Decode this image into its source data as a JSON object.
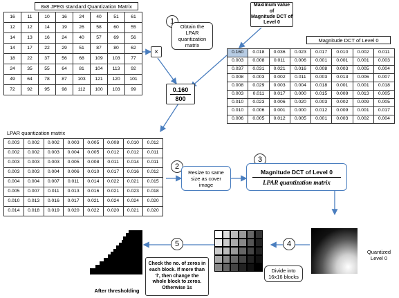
{
  "labels": {
    "jpeg_matrix_title": "8x8 JPEG standard Quantization Matrix",
    "max_value_title": "Maximum value of\nMagnitude DCT of\nLevel 0",
    "magnitude_dct_title": "Magnitude DCT of  Level 0",
    "lpar_matrix_title": "LPAR quantization matrix",
    "multiply": "×",
    "fraction_numerator": "0.160",
    "fraction_denominator": "800"
  },
  "steps": [
    {
      "number": "1",
      "text": "Obtain the LPAR quantization matrix"
    },
    {
      "number": "2",
      "text": "Resize to same size as cover image"
    },
    {
      "number": "3",
      "numerator": "Magnitude DCT of  Level 0",
      "denominator": "LPAR quantization matrix"
    },
    {
      "number": "4",
      "text": "Divide into 16x16 blocks"
    },
    {
      "number": "5",
      "text": "Check the no. of zeros in each block. If more than 'l', then change the whole block to zeros. Otherwise 1s"
    }
  ],
  "image_captions": {
    "quantized": "Quantized Level 0",
    "after_threshold": "After thresholding"
  },
  "colors": {
    "arrow": "#4a7ebf",
    "highlight_cell": "#b7cce4",
    "border": "#333333"
  },
  "jpeg_matrix": [
    [
      "16",
      "11",
      "10",
      "16",
      "24",
      "40",
      "51",
      "61"
    ],
    [
      "12",
      "12",
      "14",
      "19",
      "26",
      "58",
      "60",
      "55"
    ],
    [
      "14",
      "13",
      "16",
      "24",
      "40",
      "57",
      "69",
      "56"
    ],
    [
      "14",
      "17",
      "22",
      "29",
      "51",
      "87",
      "80",
      "62"
    ],
    [
      "18",
      "22",
      "37",
      "56",
      "68",
      "109",
      "103",
      "77"
    ],
    [
      "24",
      "35",
      "55",
      "64",
      "81",
      "104",
      "113",
      "92"
    ],
    [
      "49",
      "64",
      "78",
      "87",
      "103",
      "121",
      "120",
      "101"
    ],
    [
      "72",
      "92",
      "95",
      "98",
      "112",
      "100",
      "103",
      "99"
    ]
  ],
  "magnitude_dct_matrix": [
    [
      "0.160",
      "0.018",
      "0.036",
      "0.023",
      "0.017",
      "0.010",
      "0.002",
      "0.011"
    ],
    [
      "0.003",
      "0.008",
      "0.011",
      "0.006",
      "0.001",
      "0.001",
      "0.001",
      "0.003"
    ],
    [
      "0.037",
      "0.031",
      "0.021",
      "0.016",
      "0.008",
      "0.003",
      "0.005",
      "0.004"
    ],
    [
      "0.008",
      "0.003",
      "0.002",
      "0.011",
      "0.003",
      "0.013",
      "0.006",
      "0.007"
    ],
    [
      "0.008",
      "0.029",
      "0.003",
      "0.004",
      "0.018",
      "0.001",
      "0.001",
      "0.018"
    ],
    [
      "0.003",
      "0.011",
      "0.017",
      "0.000",
      "0.015",
      "0.009",
      "0.013",
      "0.005"
    ],
    [
      "0.010",
      "0.023",
      "0.006",
      "0.020",
      "0.003",
      "0.002",
      "0.009",
      "0.005"
    ],
    [
      "0.010",
      "0.006",
      "0.001",
      "0.000",
      "0.012",
      "0.009",
      "0.001",
      "0.017"
    ],
    [
      "0.006",
      "0.005",
      "0.012",
      "0.005",
      "0.001",
      "0.003",
      "0.002",
      "0.004"
    ]
  ],
  "lpar_matrix": [
    [
      "0.003",
      "0.002",
      "0.002",
      "0.003",
      "0.005",
      "0.008",
      "0.010",
      "0.012"
    ],
    [
      "0.002",
      "0.002",
      "0.003",
      "0.004",
      "0.005",
      "0.012",
      "0.012",
      "0.011"
    ],
    [
      "0.003",
      "0.003",
      "0.003",
      "0.005",
      "0.008",
      "0.011",
      "0.014",
      "0.011"
    ],
    [
      "0.003",
      "0.003",
      "0.004",
      "0.006",
      "0.010",
      "0.017",
      "0.016",
      "0.012"
    ],
    [
      "0.004",
      "0.004",
      "0.007",
      "0.011",
      "0.014",
      "0.022",
      "0.021",
      "0.015"
    ],
    [
      "0.005",
      "0.007",
      "0.011",
      "0.013",
      "0.016",
      "0.021",
      "0.023",
      "0.018"
    ],
    [
      "0.010",
      "0.013",
      "0.016",
      "0.017",
      "0.021",
      "0.024",
      "0.024",
      "0.020"
    ],
    [
      "0.014",
      "0.018",
      "0.019",
      "0.020",
      "0.022",
      "0.020",
      "0.021",
      "0.020"
    ]
  ]
}
